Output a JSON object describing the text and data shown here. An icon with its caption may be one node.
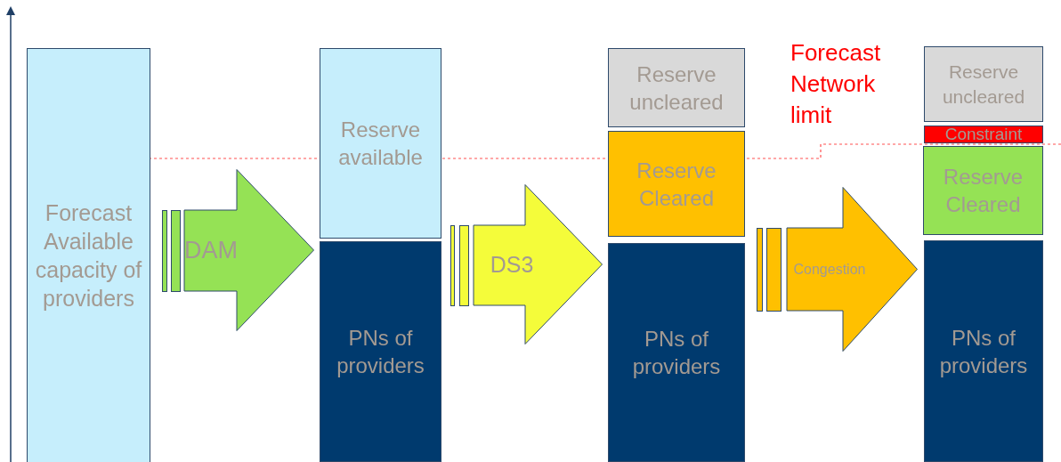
{
  "diagram": {
    "nodes": [
      {
        "text": [
          "Forecast Available capacity of providers"
        ]
      },
      {
        "text": [
          "DAM"
        ]
      },
      {
        "text": [
          "Reserve available"
        ]
      },
      {
        "text": [
          "PNs of providers"
        ]
      },
      {
        "text": [
          "DS3"
        ]
      },
      {
        "text": [
          "Reserve uncleared"
        ]
      },
      {
        "text": [
          "Reserve Cleared"
        ]
      },
      {
        "text": [
          "PNs of providers"
        ]
      },
      {
        "text": [
          "Congestion"
        ]
      },
      {
        "text": [
          "Reserve uncleared"
        ]
      },
      {
        "text": [
          "Constraint"
        ]
      },
      {
        "text": [
          "Reserve Cleared"
        ]
      },
      {
        "text": [
          "PNs of providers"
        ]
      }
    ],
    "labels": [
      "Forecast Network limit"
    ]
  }
}
